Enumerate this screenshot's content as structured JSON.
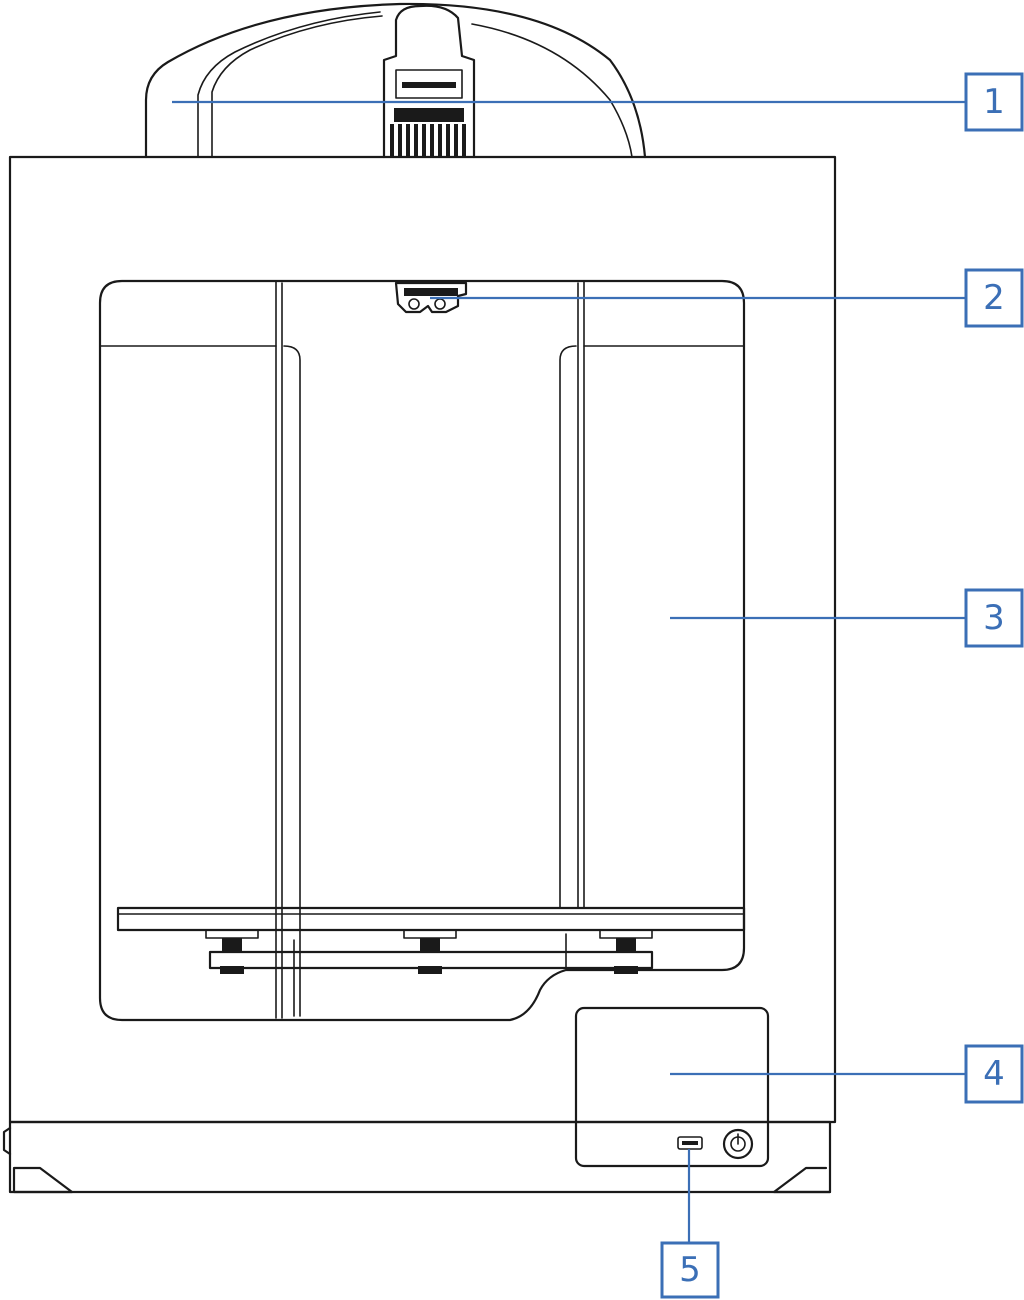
{
  "callouts": [
    {
      "number": "1"
    },
    {
      "number": "2"
    },
    {
      "number": "3"
    },
    {
      "number": "4"
    },
    {
      "number": "5"
    }
  ],
  "colors": {
    "line_art": "#1a1a1a",
    "callout": "#3b6fb6",
    "background": "#ffffff"
  }
}
